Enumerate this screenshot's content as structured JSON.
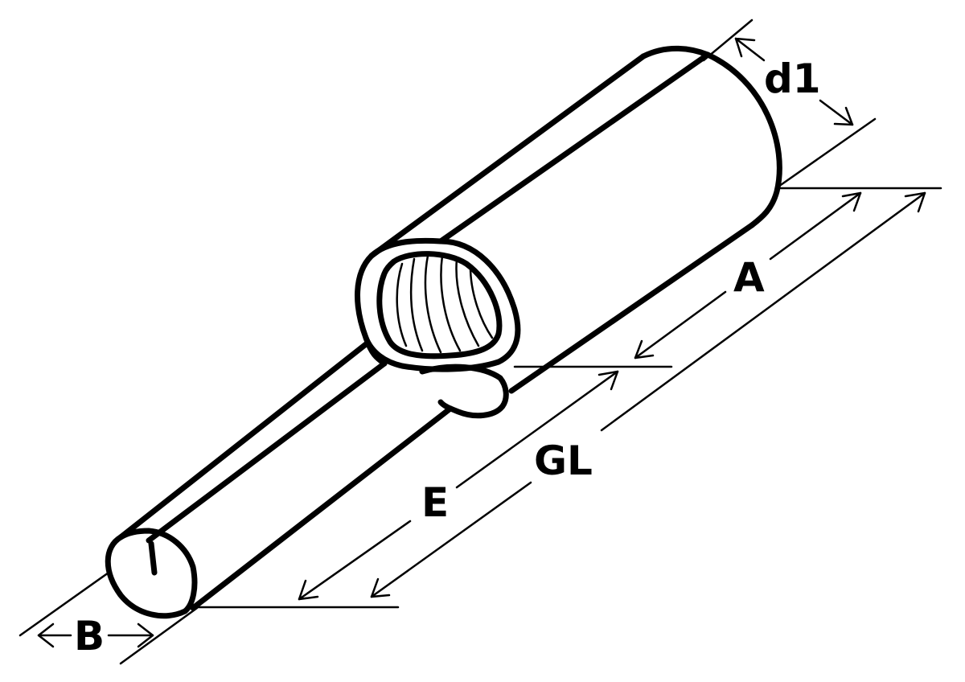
{
  "labels": {
    "d1": "d1",
    "A": "A",
    "GL": "GL",
    "E": "E",
    "B": "B"
  },
  "colors": {
    "line": "#000000",
    "background": "#ffffff"
  }
}
